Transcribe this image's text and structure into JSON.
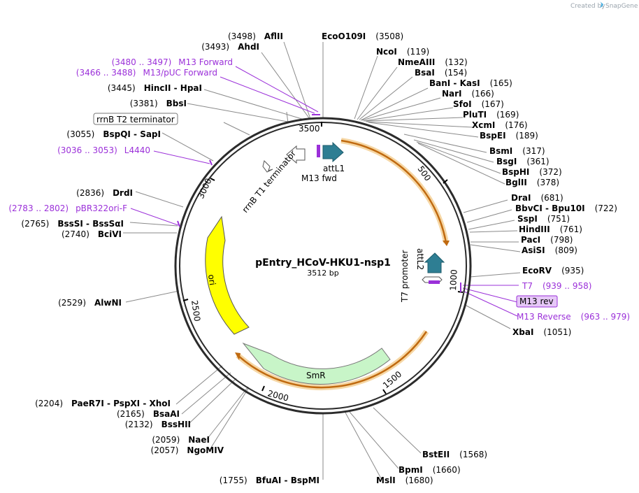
{
  "credit": {
    "created_by": "Created by",
    "brand": "SnapGene"
  },
  "plasmid": {
    "name": "pEntry_HCoV-HKU1-nsp1",
    "length": "3512 bp"
  },
  "ticks": [
    "500",
    "1000",
    "1500",
    "2000",
    "2500",
    "3000",
    "3500"
  ],
  "features": {
    "attL1": "attL1",
    "m13fwd": "M13 fwd",
    "rrnB_T1": "rrnB T1 terminator",
    "attL2": "attL2",
    "t7promoter": "T7 promoter",
    "smr": "SmR",
    "ori": "ori",
    "rrnB_T2": "rrnB T2 terminator",
    "m13rev_box": "M13 rev"
  },
  "enzymes_right": [
    {
      "name": "EcoO109I",
      "pos": "(3508)"
    },
    {
      "name": "NcoI",
      "pos": "(119)"
    },
    {
      "name": "NmeAIII",
      "pos": "(132)"
    },
    {
      "name": "BsaI",
      "pos": "(154)"
    },
    {
      "name": "BanI  -  KasI",
      "pos": "(165)"
    },
    {
      "name": "NarI",
      "pos": "(166)"
    },
    {
      "name": "SfoI",
      "pos": "(167)"
    },
    {
      "name": "PluTI",
      "pos": "(169)"
    },
    {
      "name": "XcmI",
      "pos": "(176)"
    },
    {
      "name": "BspEI",
      "pos": "(189)"
    },
    {
      "name": "BsmI",
      "pos": "(317)"
    },
    {
      "name": "BsgI",
      "pos": "(361)"
    },
    {
      "name": "BspHI",
      "pos": "(372)"
    },
    {
      "name": "BglII",
      "pos": "(378)"
    },
    {
      "name": "DraI",
      "pos": "(681)"
    },
    {
      "name": "BbvCI  -  Bpu10I",
      "pos": "(722)"
    },
    {
      "name": "SspI",
      "pos": "(751)"
    },
    {
      "name": "HindIII",
      "pos": "(761)"
    },
    {
      "name": "PacI",
      "pos": "(798)"
    },
    {
      "name": "AsiSI",
      "pos": "(809)"
    },
    {
      "name": "EcoRV",
      "pos": "(935)"
    },
    {
      "name": "XbaI",
      "pos": "(1051)"
    },
    {
      "name": "BstEII",
      "pos": "(1568)"
    },
    {
      "name": "BpmI",
      "pos": "(1660)"
    },
    {
      "name": "MslI",
      "pos": "(1680)"
    }
  ],
  "enzymes_left": [
    {
      "pos": "(3498)",
      "name": "AflII"
    },
    {
      "pos": "(3493)",
      "name": "AhdI"
    },
    {
      "pos": "(3445)",
      "name": "HincII  -  HpaI"
    },
    {
      "pos": "(3381)",
      "name": "BbsI"
    },
    {
      "pos": "(3055)",
      "name": "BspQI  -  SapI"
    },
    {
      "pos": "(2836)",
      "name": "DrdI"
    },
    {
      "pos": "(2765)",
      "name": "BssSI  -  BssSαI"
    },
    {
      "pos": "(2740)",
      "name": "BciVI"
    },
    {
      "pos": "(2529)",
      "name": "AlwNI"
    },
    {
      "pos": "(2204)",
      "name": "PaeR7I  -  PspXI  -  XhoI"
    },
    {
      "pos": "(2165)",
      "name": "BsaAI"
    },
    {
      "pos": "(2132)",
      "name": "BssHII"
    },
    {
      "pos": "(2059)",
      "name": "NaeI"
    },
    {
      "pos": "(2057)",
      "name": "NgoMIV"
    },
    {
      "pos": "(1755)",
      "name": "BfuAI  -  BspMI"
    }
  ],
  "primers": [
    {
      "range": "(3480 .. 3497)",
      "name": "M13 Forward"
    },
    {
      "range": "(3466 .. 3488)",
      "name": "M13/pUC Forward"
    },
    {
      "range": "(3036 .. 3053)",
      "name": "L4440"
    },
    {
      "range": "(2783 .. 2802)",
      "name": "pBR322ori-F"
    },
    {
      "name": "T7",
      "range": "(939 .. 958)"
    },
    {
      "name": "M13 Reverse",
      "range": "(963 .. 979)"
    }
  ],
  "colors": {
    "backbone": "#2b2b2b",
    "primer": "#9b30d9",
    "orf_orange": "#f0a030",
    "att_teal": "#2e7e93",
    "smr_green": "#c8f5c8",
    "ori_yellow": "#ffff00"
  }
}
